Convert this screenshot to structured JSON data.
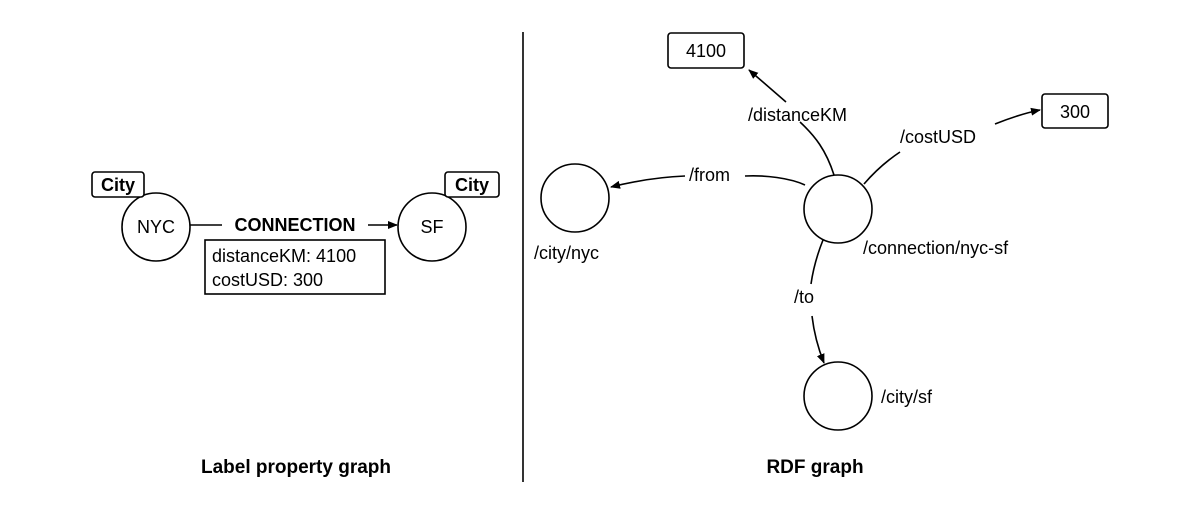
{
  "left": {
    "caption": "Label property graph",
    "nodes": [
      {
        "id": "nyc",
        "name": "NYC",
        "label": "City"
      },
      {
        "id": "sf",
        "name": "SF",
        "label": "City"
      }
    ],
    "edge": {
      "label": "CONNECTION",
      "properties": [
        "distanceKM: 4100",
        "costUSD: 300"
      ]
    }
  },
  "right": {
    "caption": "RDF graph",
    "nodes": {
      "connection": "/connection/nyc-sf",
      "nyc": "/city/nyc",
      "sf": "/city/sf"
    },
    "literals": {
      "distance": "4100",
      "cost": "300"
    },
    "predicates": {
      "distance": "/distanceKM",
      "cost": "/costUSD",
      "from": "/from",
      "to": "/to"
    }
  }
}
